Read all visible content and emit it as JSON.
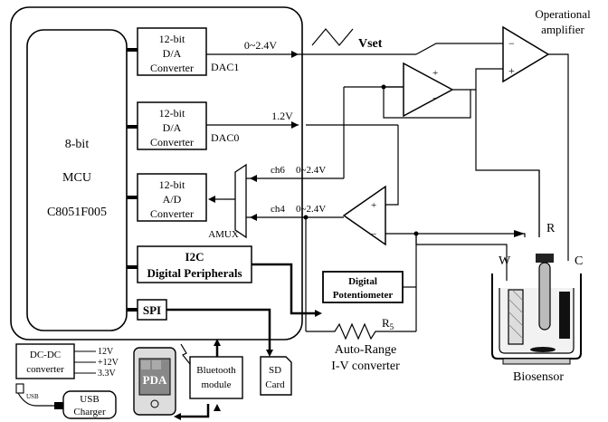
{
  "mcu": {
    "line1": "8-bit",
    "line2": "MCU",
    "line3": "C8051F005"
  },
  "dac1": {
    "l1": "12-bit",
    "l2": "D/A",
    "l3": "Converter",
    "port": "DAC1",
    "range": "0~2.4V"
  },
  "dac0": {
    "l1": "12-bit",
    "l2": "D/A",
    "l3": "Converter",
    "port": "DAC0",
    "range": "1.2V"
  },
  "adc": {
    "l1": "12-bit",
    "l2": "A/D",
    "l3": "Converter",
    "amux": "AMUX",
    "ch6": "ch6",
    "ch6_range": "0~2.4V",
    "ch4": "ch4",
    "ch4_range": "0~2.4V"
  },
  "i2c": {
    "l1": "I2C",
    "l2": "Digital Peripherals"
  },
  "spi": {
    "label": "SPI"
  },
  "vset": {
    "label": "Vset"
  },
  "opamp": {
    "l1": "Operational",
    "l2": "amplifier",
    "minus": "−",
    "plus": "+"
  },
  "follower": {
    "plus": "+",
    "minus": "−"
  },
  "tia": {
    "plus": "+",
    "minus": "−"
  },
  "digipot": {
    "l1": "Digital",
    "l2": "Potentiometer"
  },
  "resistor": {
    "label": "R",
    "sub": "5"
  },
  "autorange": {
    "l1": "Auto-Range",
    "l2": "I-V converter"
  },
  "electrodes": {
    "w": "W",
    "r": "R",
    "c": "C"
  },
  "biosensor": {
    "label": "Biosensor"
  },
  "power": {
    "l1": "DC-DC",
    "l2": "converter",
    "v1": "12V",
    "v2": "+12V",
    "v3": "3.3V"
  },
  "usb": {
    "port": "USB",
    "charger_l1": "USB",
    "charger_l2": "Charger"
  },
  "pda": {
    "label": "PDA"
  },
  "bluetooth": {
    "l1": "Bluetooth",
    "l2": "module"
  },
  "sd": {
    "l1": "SD",
    "l2": "Card"
  }
}
